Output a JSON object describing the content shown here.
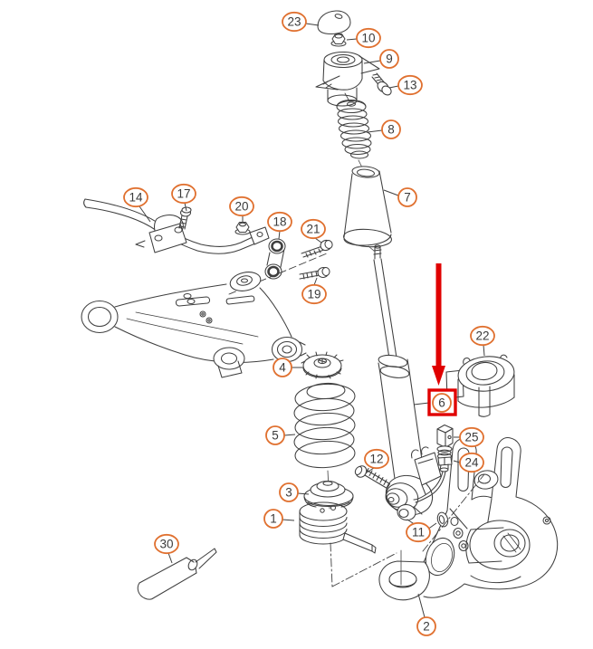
{
  "diagram": {
    "background": "#ffffff",
    "colors": {
      "callout_ring": "#e0702f",
      "line_art": "#3f3f3f",
      "number_text": "#3a3a3a",
      "highlight": "#e00000"
    },
    "callouts": [
      {
        "label": "23",
        "highlighted": false
      },
      {
        "label": "10",
        "highlighted": false
      },
      {
        "label": "9",
        "highlighted": false
      },
      {
        "label": "13",
        "highlighted": false
      },
      {
        "label": "8",
        "highlighted": false
      },
      {
        "label": "7",
        "highlighted": false
      },
      {
        "label": "14",
        "highlighted": false
      },
      {
        "label": "17",
        "highlighted": false
      },
      {
        "label": "20",
        "highlighted": false
      },
      {
        "label": "18",
        "highlighted": false
      },
      {
        "label": "21",
        "highlighted": false
      },
      {
        "label": "19",
        "highlighted": false
      },
      {
        "label": "4",
        "highlighted": false
      },
      {
        "label": "22",
        "highlighted": false
      },
      {
        "label": "6",
        "highlighted": true
      },
      {
        "label": "25",
        "highlighted": false
      },
      {
        "label": "24",
        "highlighted": false
      },
      {
        "label": "12",
        "highlighted": false
      },
      {
        "label": "5",
        "highlighted": false
      },
      {
        "label": "3",
        "highlighted": false
      },
      {
        "label": "1",
        "highlighted": false
      },
      {
        "label": "11",
        "highlighted": false
      },
      {
        "label": "30",
        "highlighted": false
      },
      {
        "label": "2",
        "highlighted": false
      }
    ]
  }
}
